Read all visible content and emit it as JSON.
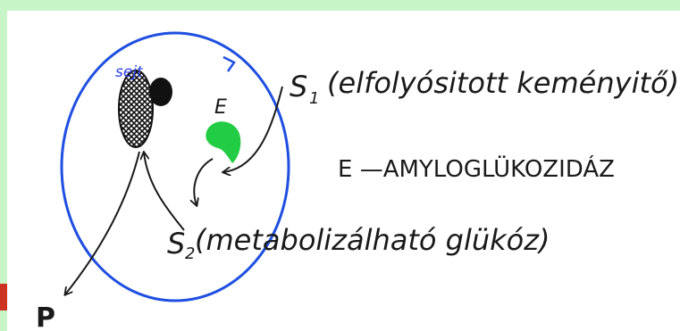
{
  "labels": {
    "cell": "sejt",
    "enzyme_short": "E",
    "s1_symbol": "S",
    "s1_sub": "1",
    "s1_desc": "(elfolyósitott keményitő)",
    "enzyme_line": "E —AMYLOGLÜKOZIDÁZ",
    "s2_symbol": "S",
    "s2_sub": "2",
    "s2_desc": "(metabolizálható glükóz)",
    "product": "P"
  },
  "colors": {
    "background": "#c8f5c8",
    "page": "#ffffff",
    "circle": "#1f4fe0",
    "cell_label": "#2a3fe0",
    "enzyme": "#22cc44",
    "ink": "#1a1a1a",
    "corner": "#cc3322"
  }
}
